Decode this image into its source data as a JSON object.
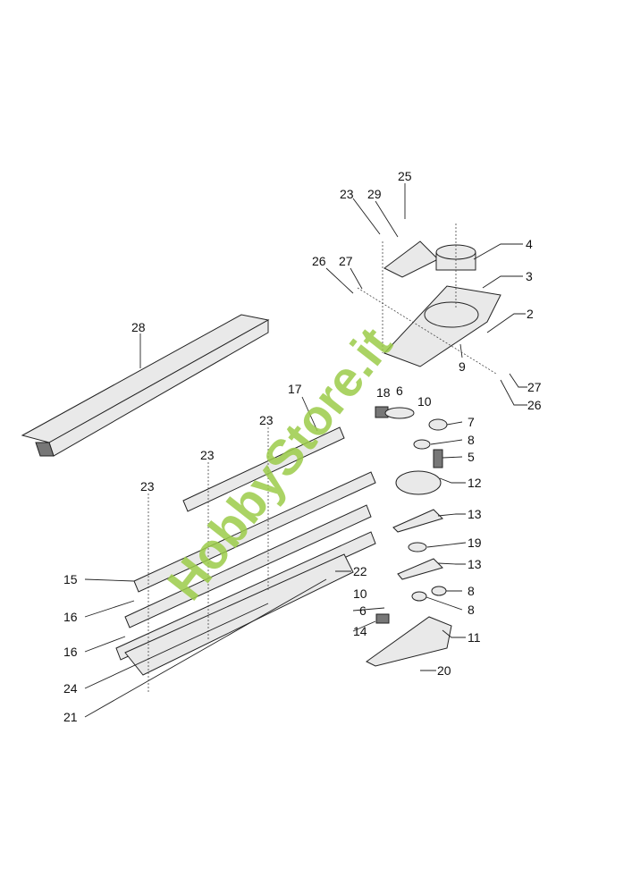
{
  "diagram": {
    "title": "Hedge trimmer cutting assembly exploded view",
    "watermark": "HobbyStore.it",
    "labels": [
      "25",
      "23",
      "29",
      "4",
      "3",
      "26",
      "27",
      "2",
      "28",
      "9",
      "27",
      "26",
      "17",
      "18",
      "6",
      "10",
      "23",
      "7",
      "8",
      "5",
      "23",
      "12",
      "23",
      "13",
      "19",
      "15",
      "22",
      "13",
      "10",
      "8",
      "6",
      "8",
      "16",
      "14",
      "11",
      "16",
      "20",
      "24",
      "21"
    ]
  }
}
